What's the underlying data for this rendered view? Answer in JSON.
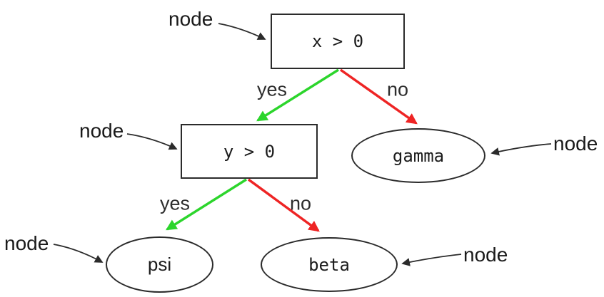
{
  "diagram": {
    "kind": "decision-tree",
    "nodes": [
      {
        "id": "root",
        "label": "x > 0",
        "shape": "box"
      },
      {
        "id": "child",
        "label": "y > 0",
        "shape": "box"
      },
      {
        "id": "gamma",
        "label": "gamma",
        "shape": "ellipse"
      },
      {
        "id": "psi",
        "label": "psi",
        "shape": "ellipse"
      },
      {
        "id": "beta",
        "label": "beta",
        "shape": "ellipse"
      }
    ],
    "edges": [
      {
        "from": "x > 0",
        "to": "y > 0",
        "label": "yes",
        "color": "#2cd52c"
      },
      {
        "from": "x > 0",
        "to": "gamma",
        "label": "no",
        "color": "#ee2424"
      },
      {
        "from": "y > 0",
        "to": "psi",
        "label": "yes",
        "color": "#2cd52c"
      },
      {
        "from": "y > 0",
        "to": "beta",
        "label": "no",
        "color": "#ee2424"
      }
    ],
    "annotations": [
      {
        "label": "node",
        "target": "x > 0"
      },
      {
        "label": "node",
        "target": "y > 0"
      },
      {
        "label": "node",
        "target": "gamma"
      },
      {
        "label": "node",
        "target": "psi"
      },
      {
        "label": "node",
        "target": "beta"
      }
    ],
    "colors": {
      "yes_edge": "#2cd52c",
      "no_edge": "#ee2424",
      "outline": "#2b2b2b",
      "label_text": "#1c1c1c"
    }
  }
}
